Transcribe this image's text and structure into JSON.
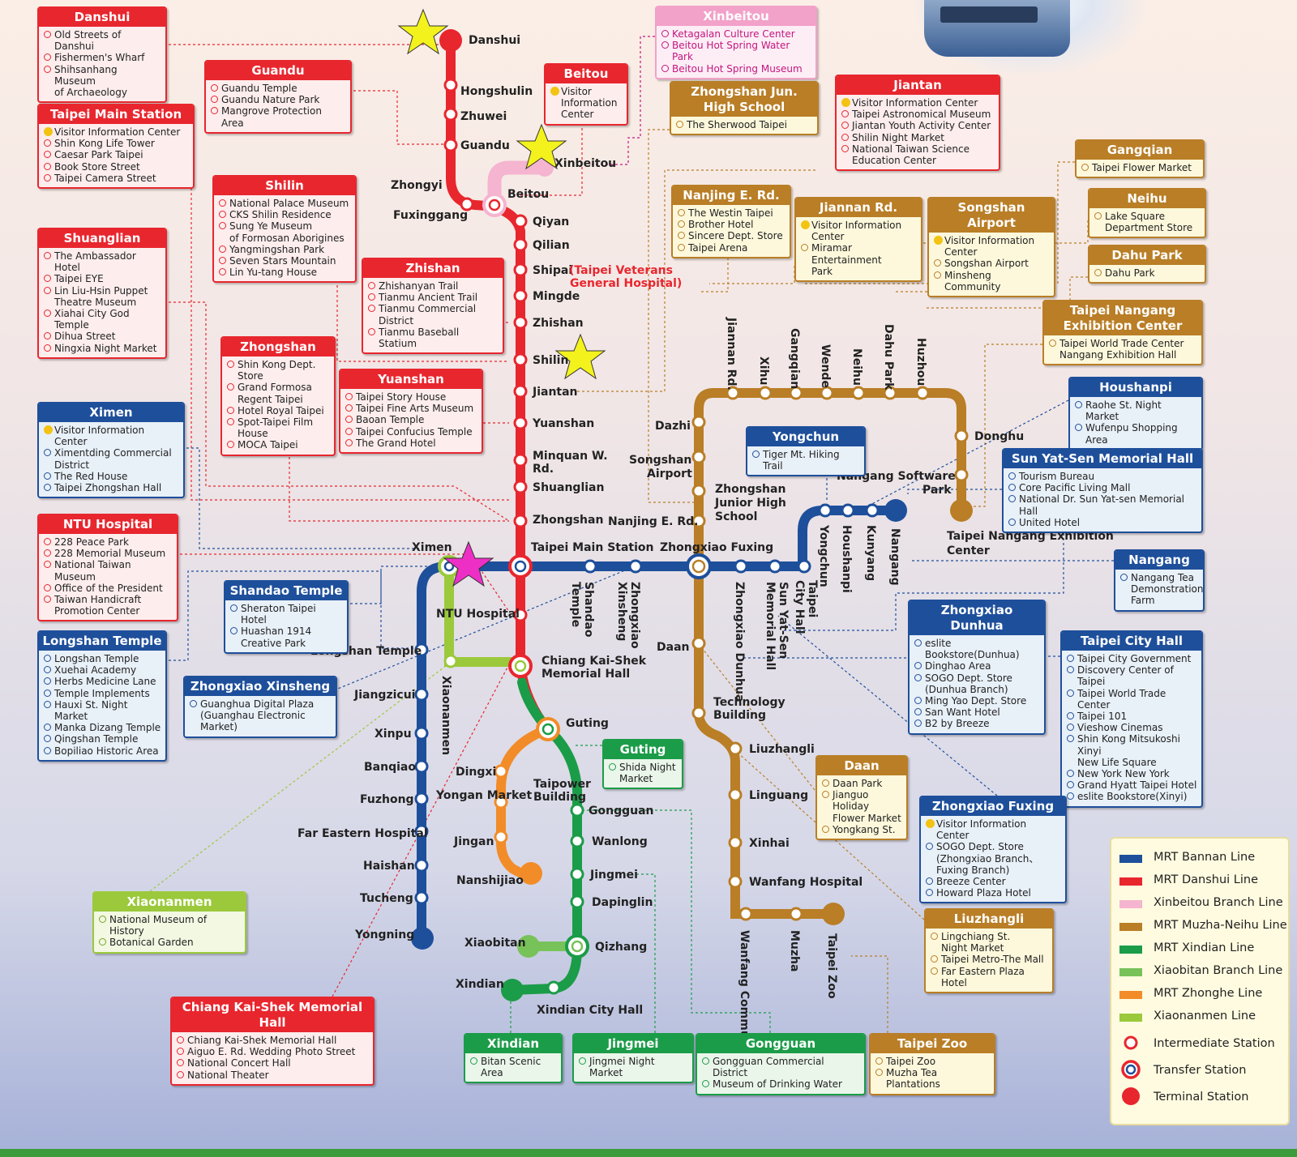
{
  "colors": {
    "bannan": "#1e4f9b",
    "danshui": "#e8262e",
    "xinbeitou": "#f5b4cf",
    "muzha": "#b97e26",
    "xindian": "#1b9c48",
    "xiaobitan": "#78c25a",
    "zhonghe": "#f28c28",
    "xiaonanmen": "#9bc93b"
  },
  "stations": {
    "danshui": "Danshui",
    "hongshulin": "Hongshulin",
    "zhuwei": "Zhuwei",
    "guandu": "Guandu",
    "zhongyi": "Zhongyi",
    "fuxinggang": "Fuxinggang",
    "xinbeitou": "Xinbeitou",
    "beitou": "Beitou",
    "qiyan": "Qiyan",
    "qilian": "Qilian",
    "shipai": "Shipai",
    "shipai_note": "(Taipei Veterans",
    "shipai_note2": "General Hospital)",
    "mingde": "Mingde",
    "zhishan": "Zhishan",
    "shilin": "Shilin",
    "jiantan": "Jiantan",
    "yuanshan": "Yuanshan",
    "minquan": "Minquan W.",
    "minquan2": "Rd.",
    "shuanglian": "Shuanglian",
    "zhongshan": "Zhongshan",
    "taipei_main": "Taipei Main Station",
    "ximen": "Ximen",
    "ntu": "NTU Hospital",
    "cks": "Chiang Kai-Shek",
    "cks2": "Memorial Hall",
    "guting": "Guting",
    "taipower": "Taipower",
    "taipower2": "Building",
    "gongguan": "Gongguan",
    "wanlong": "Wanlong",
    "jingmei": "Jingmei",
    "dapinglin": "Dapinglin",
    "qizhang": "Qizhang",
    "xiaobitan": "Xiaobitan",
    "xindian": "Xindian",
    "xindian_ch": "Xindian City Hall",
    "dingxi": "Dingxi",
    "yongan": "Yongan Market",
    "jingan": "Jingan",
    "nanshijiao": "Nanshijiao",
    "longshan": "Longshan Temple",
    "jiangzicui": "Jiangzicui",
    "xinpu": "Xinpu",
    "banqiao": "Banqiao",
    "fuzhong": "Fuzhong",
    "far_eastern": "Far Eastern Hospital",
    "haishan": "Haishan",
    "tucheng": "Tucheng",
    "yongning": "Yongning",
    "xiaonanmen": "Xiaonanmen",
    "shandao": "Shandao",
    "shandao2": "Temple",
    "zxxs": "Zhongxiao",
    "zxxs2": "Xinsheng",
    "zx_fuxing": "Zhongxiao Fuxing",
    "zx_dunhua": "Zhongxiao Dunhua",
    "sysmh": "Sun Yat-Sen",
    "sysmh2": "Memorial Hall",
    "cityhall": "Taipei",
    "cityhall2": "City Hall",
    "yongchun": "Yongchun",
    "houshanpi": "Houshanpi",
    "kunyang": "Kunyang",
    "nangang": "Nangang",
    "dazhi": "Dazhi",
    "songshan_ap": "Songshan",
    "songshan_ap2": "Airport",
    "zjhs": "Zhongshan",
    "zjhs2": "Junior High",
    "zjhs3": "School",
    "nanjing": "Nanjing E. Rd.",
    "daan": "Daan",
    "techbldg": "Technology",
    "techbldg2": "Building",
    "liuzhangli": "Liuzhangli",
    "linguang": "Linguang",
    "xinhai": "Xinhai",
    "wanfang_hosp": "Wanfang Hospital",
    "wanfang_comm": "Wanfang Community",
    "muzha": "Muzha",
    "taipei_zoo": "Taipei Zoo",
    "jiannan": "Jiannan Rd.",
    "xihu": "Xihu",
    "gangqian": "Gangqian",
    "wende": "Wende",
    "neihu": "Neihu",
    "dahu": "Dahu Park",
    "huzhou": "Huzhou",
    "donghu": "Donghu",
    "nangang_sp": "Nangang Software",
    "nangang_sp2": "Park",
    "tnec": "Taipei Nangang Exhibition",
    "tnec2": "Center"
  },
  "cards": [
    {
      "key": "danshui",
      "title": "Danshui",
      "items": [
        "Old Streets of Danshui",
        "Fishermen's Wharf",
        "Shihsanhang Museum\n of Archaeology"
      ]
    },
    {
      "key": "guandu",
      "title": "Guandu",
      "items": [
        "Guandu Temple",
        "Guandu Nature Park",
        "Mangrove Protection Area"
      ]
    },
    {
      "key": "beitou",
      "title": "Beitou",
      "items": [
        "Visitor\nInformation\nCenter"
      ]
    },
    {
      "key": "xinbeitou",
      "title": "Xinbeitou",
      "items": [
        "Ketagalan Culture Center",
        "Beitou Hot Spring Water Park",
        "Beitou Hot Spring Museum"
      ]
    },
    {
      "key": "taipei_main",
      "title": "Taipei Main Station",
      "items": [
        "Visitor Information Center",
        "Shin Kong Life Tower",
        "Caesar Park Taipei",
        "Book Store Street",
        "Taipei Camera Street"
      ]
    },
    {
      "key": "shilin",
      "title": "Shilin",
      "items": [
        "National Palace Museum",
        "CKS Shilin Residence",
        "Sung Ye Museum\n of Formosan Aborigines",
        "Yangmingshan Park",
        "Seven Stars Mountain",
        "Lin Yu-tang House"
      ]
    },
    {
      "key": "shuanglian",
      "title": "Shuanglian",
      "items": [
        "The  Ambassador Hotel",
        "Taipei EYE",
        "Lin Liu-Hsin Puppet\n Theatre Museum",
        "Xiahai City God Temple",
        "Dihua Street",
        "Ningxia Night Market"
      ]
    },
    {
      "key": "zhishan",
      "title": "Zhishan",
      "items": [
        "Zhishanyan Trail",
        "Tianmu Ancient Trail",
        "Tianmu Commercial\n District",
        "Tianmu Baseball Statium"
      ]
    },
    {
      "key": "zhongshan",
      "title": "Zhongshan",
      "items": [
        "Shin Kong Dept.\n Store",
        "Grand Formosa\n Regent Taipei",
        "Hotel Royal Taipei",
        "Spot-Taipei Film\n House",
        "MOCA Taipei"
      ]
    },
    {
      "key": "yuanshan",
      "title": "Yuanshan",
      "items": [
        "Taipei Story House",
        "Taipei Fine Arts Museum",
        "Baoan Temple",
        "Taipei Confucius Temple",
        "The Grand Hotel"
      ]
    },
    {
      "key": "ximen",
      "title": "Ximen",
      "items": [
        "Visitor Information Center",
        "Ximentding Commercial\n District",
        "The Red House",
        "Taipei Zhongshan Hall"
      ]
    },
    {
      "key": "ntu",
      "title": "NTU Hospital",
      "items": [
        "228 Peace Park",
        "228 Memorial Museum",
        "National Taiwan Museum",
        "Office of the President",
        "Taiwan Handicraft\n Promotion Center"
      ]
    },
    {
      "key": "shandao",
      "title": "Shandao Temple",
      "items": [
        "Sheraton Taipei Hotel",
        "Huashan 1914\n Creative Park"
      ]
    },
    {
      "key": "longshan",
      "title": "Longshan Temple",
      "items": [
        "Longshan Temple",
        "Xuehai Academy",
        "Herbs Medicine Lane",
        "Temple Implements",
        "Hauxi St. Night Market",
        "Manka Dizang Temple",
        "Qingshan Temple",
        "Bopiliao Historic Area"
      ]
    },
    {
      "key": "zxxs",
      "title": "Zhongxiao Xinsheng",
      "items": [
        "Guanghua Digital Plaza\n (Guanghau Electronic Market)"
      ]
    },
    {
      "key": "xiaonanmen",
      "title": "Xiaonanmen",
      "items": [
        "National Museum of History",
        "Botanical Garden"
      ]
    },
    {
      "key": "cks",
      "title": "Chiang Kai-Shek  Memorial Hall",
      "items": [
        "Chiang Kai-Shek Memorial Hall",
        "Aiguo E. Rd. Wedding Photo Street",
        "National Concert Hall",
        "National Theater"
      ]
    },
    {
      "key": "xindian",
      "title": "Xindian",
      "items": [
        "Bitan Scenic Area"
      ]
    },
    {
      "key": "jingmei",
      "title": "Jingmei",
      "items": [
        "Jingmei Night Market"
      ]
    },
    {
      "key": "gongguan",
      "title": "Gongguan",
      "items": [
        "Gongguan Commercial District",
        "Museum of Drinking Water"
      ]
    },
    {
      "key": "guting",
      "title": "Guting",
      "items": [
        "Shida Night\nMarket"
      ]
    },
    {
      "key": "taipei_zoo",
      "title": "Taipei Zoo",
      "items": [
        "Taipei Zoo",
        "Muzha Tea Plantations"
      ]
    },
    {
      "key": "zjhs",
      "title": "Zhongshan Jun.\nHigh School",
      "items": [
        "The Sherwood Taipei"
      ]
    },
    {
      "key": "jiantan",
      "title": "Jiantan",
      "items": [
        "Visitor Information Center",
        "Taipei Astronomical Museum",
        "Jiantan Youth Activity  Center",
        "Shilin Night Market",
        "National Taiwan Science\n Education Center"
      ]
    },
    {
      "key": "nanjing",
      "title": "Nanjing E. Rd.",
      "items": [
        "The Westin Taipei",
        "Brother Hotel",
        "Sincere Dept. Store",
        "Taipei Arena"
      ]
    },
    {
      "key": "jiannan",
      "title": "Jiannan Rd.",
      "items": [
        "Visitor Information\nCenter",
        "Miramar Entertainment\nPark"
      ]
    },
    {
      "key": "songshan",
      "title": "Songshan Airport",
      "items": [
        "Visitor Information\nCenter",
        "Songshan Airport",
        "Minsheng Community"
      ]
    },
    {
      "key": "gangqian",
      "title": "Gangqian",
      "items": [
        "Taipei Flower Market"
      ]
    },
    {
      "key": "neihu",
      "title": "Neihu",
      "items": [
        "Lake Square\n Department Store"
      ]
    },
    {
      "key": "dahu",
      "title": "Dahu Park",
      "items": [
        "Dahu Park"
      ]
    },
    {
      "key": "tnec",
      "title": "Taipei Nangang\nExhibition Center",
      "items": [
        "Taipei World Trade Center\n Nangang Exhibition Hall"
      ]
    },
    {
      "key": "houshanpi",
      "title": "Houshanpi",
      "items": [
        "Raohe St. Night Market",
        "Wufenpu Shopping Area"
      ]
    },
    {
      "key": "yongchun",
      "title": "Yongchun",
      "items": [
        "Tiger Mt. Hiking Trail"
      ]
    },
    {
      "key": "sysmh",
      "title": "Sun Yat-Sen Memorial Hall",
      "items": [
        "Tourism Bureau",
        "Core Pacific Living Mall",
        "National Dr. Sun Yat-sen Memorial Hall",
        "United Hotel"
      ]
    },
    {
      "key": "nangang",
      "title": "Nangang",
      "items": [
        "Nangang Tea\n Demonstration\n Farm"
      ]
    },
    {
      "key": "zx_dunhua",
      "title": "Zhongxiao Dunhua",
      "items": [
        "eslite Bookstore(Dunhua)",
        "Dinghao Area",
        "SOGO Dept. Store\n (Dunhua Branch)",
        "Ming Yao Dept. Store",
        "San Want Hotel",
        "B2 by Breeze"
      ]
    },
    {
      "key": "cityhall",
      "title": "Taipei City Hall",
      "items": [
        "Taipei City Government",
        "Discovery Center of Taipei",
        "Taipei World Trade Center",
        "Taipei 101",
        "Vieshow Cinemas",
        "Shin Kong Mitsukoshi Xinyi\n New Life Square",
        "New York New York",
        "Grand Hyatt Taipei Hotel",
        "eslite Bookstore(Xinyi)"
      ]
    },
    {
      "key": "daan",
      "title": "Daan",
      "items": [
        "Daan Park",
        "Jianguo Holiday\n Flower Market",
        "Yongkang St."
      ]
    },
    {
      "key": "zx_fuxing",
      "title": "Zhongxiao Fuxing",
      "items": [
        "Visitor Information Center",
        "SOGO Dept. Store\n (Zhongxiao Branch、\n Fuxing Branch)",
        "Breeze Center",
        "Howard Plaza Hotel"
      ]
    },
    {
      "key": "liuzhangli",
      "title": "Liuzhangli",
      "items": [
        "Lingchiang St.\n Night Market",
        "Taipei Metro-The Mall",
        "Far Eastern Plaza Hotel"
      ]
    }
  ],
  "legend": {
    "bannan": "MRT Bannan Line",
    "danshui": "MRT Danshui Line",
    "xinbeitou": "Xinbeitou Branch Line",
    "muzha": "MRT Muzha-Neihu Line",
    "xindian": "MRT Xindian Line",
    "xiaobitan": "Xiaobitan Branch Line",
    "zhonghe": "MRT Zhonghe Line",
    "xiaonanmen": "Xiaonanmen Line",
    "intermediate": "Intermediate Station",
    "transfer": "Transfer Station",
    "terminal": "Terminal Station"
  }
}
